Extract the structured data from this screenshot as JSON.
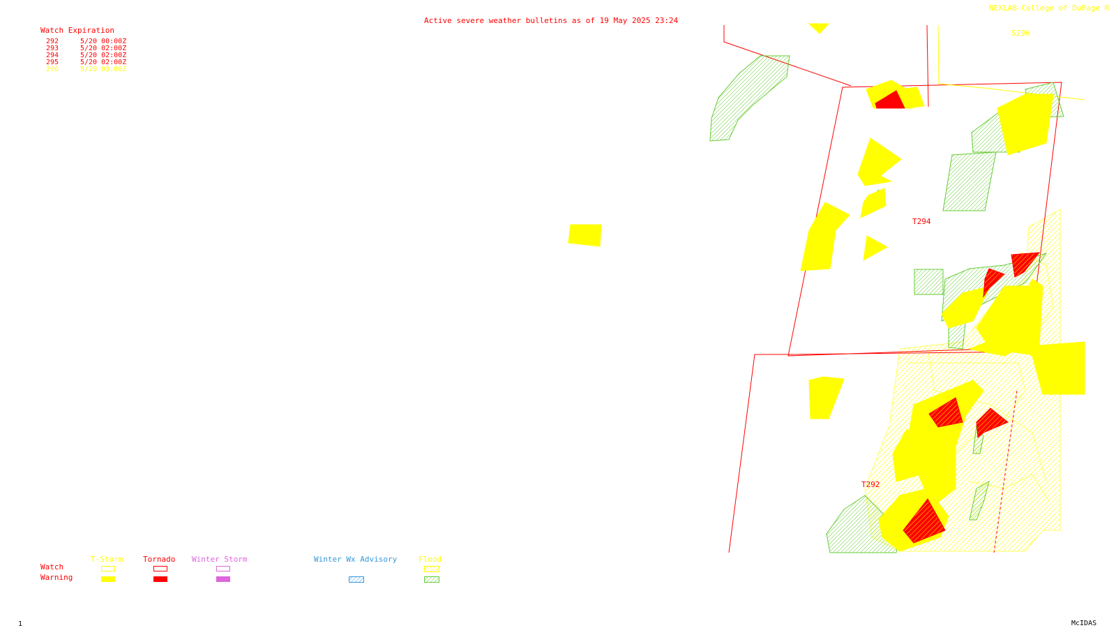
{
  "header": {
    "title": "Active severe weather bulletins as of 19 May 2025 23:24",
    "credit": "NEXLAB-College of DuPage R"
  },
  "watch_expiration": {
    "heading": "Watch Expiration",
    "rows": [
      {
        "id": "292",
        "time": "5/20 00:00Z",
        "color": "#ff0000"
      },
      {
        "id": "293",
        "time": "5/20 02:00Z",
        "color": "#ff0000"
      },
      {
        "id": "294",
        "time": "5/20 02:00Z",
        "color": "#ff0000"
      },
      {
        "id": "295",
        "time": "5/20 02:00Z",
        "color": "#ff0000"
      },
      {
        "id": "296",
        "time": "5/20 03:00Z",
        "color": "#ffff00"
      }
    ]
  },
  "map_labels": {
    "t294": "T294",
    "t292": "T292",
    "s296": "S296"
  },
  "legend": {
    "row_watch": "Watch",
    "row_warning": "Warning",
    "categories": [
      {
        "label": "T-Storm",
        "color": "#ffff00"
      },
      {
        "label": "Tornado",
        "color": "#ff0000"
      },
      {
        "label": "Winter Storm",
        "color": "#dd66dd"
      },
      {
        "label": "Winter Wx Advisory",
        "color": "#3399dd"
      },
      {
        "label": "Flood",
        "color": "#ffff00"
      }
    ]
  },
  "colors": {
    "tornado": "#ff0000",
    "tstorm": "#ffff00",
    "flood": "#66cc33",
    "winter_storm": "#dd66dd",
    "winter_advisory": "#3399dd"
  },
  "footer": {
    "frame": "1",
    "software": "McIDAS"
  }
}
